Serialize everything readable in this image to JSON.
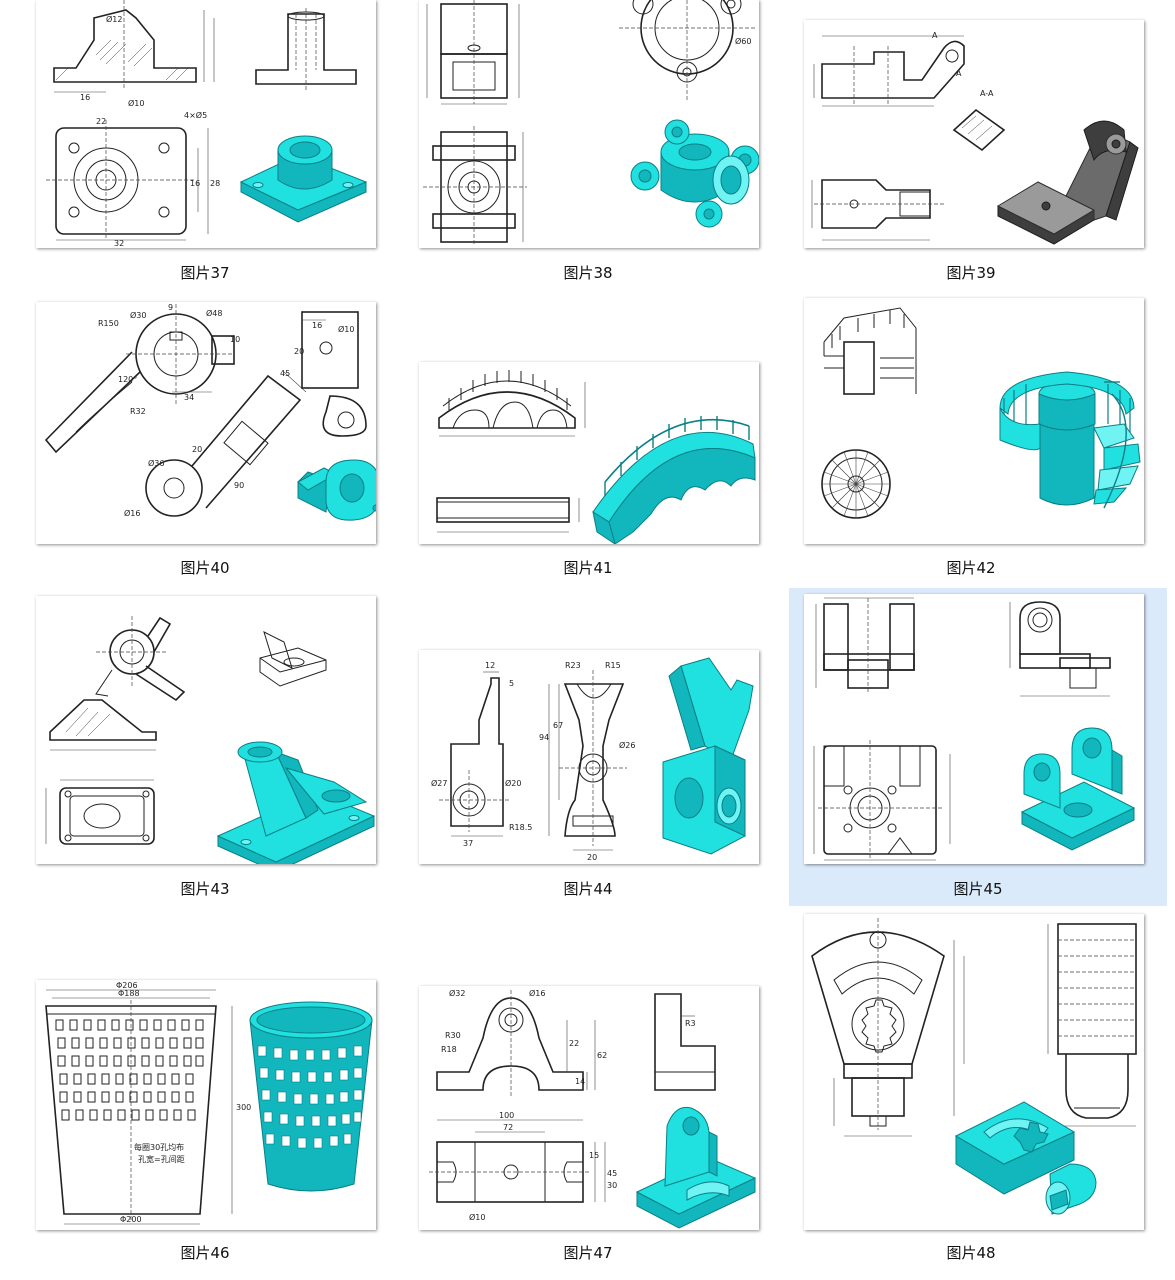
{
  "gallery": {
    "items": [
      {
        "caption": "图片37",
        "model_color": "cyan"
      },
      {
        "caption": "图片38",
        "model_color": "cyan"
      },
      {
        "caption": "图片39",
        "model_color": "gray"
      },
      {
        "caption": "图片40",
        "model_color": "cyan"
      },
      {
        "caption": "图片41",
        "model_color": "cyan"
      },
      {
        "caption": "图片42",
        "model_color": "cyan"
      },
      {
        "caption": "图片43",
        "model_color": "cyan"
      },
      {
        "caption": "图片44",
        "model_color": "cyan"
      },
      {
        "caption": "图片45",
        "model_color": "cyan",
        "selected": true
      },
      {
        "caption": "图片46",
        "model_color": "cyan"
      },
      {
        "caption": "图片47",
        "model_color": "cyan"
      },
      {
        "caption": "图片48",
        "model_color": "cyan"
      }
    ],
    "dims": {
      "p37": [
        "Ø12",
        "16",
        "Ø10",
        "32",
        "16",
        "28",
        "22",
        "4×Ø5"
      ],
      "p38": [
        "Ø60"
      ],
      "p39": [
        "A-A",
        "A",
        "A"
      ],
      "p40": [
        "R150",
        "Ø30",
        "9",
        "Ø48",
        "10",
        "16",
        "Ø10",
        "20",
        "120°",
        "R32",
        "34",
        "45",
        "Ø36",
        "90",
        "Ø16"
      ],
      "p44": [
        "12",
        "5",
        "R23",
        "R15",
        "Ø27",
        "Ø20",
        "37",
        "R18.5",
        "67",
        "Ø26",
        "94",
        "20"
      ],
      "p46": [
        "Φ206",
        "Φ188",
        "300",
        "Φ200",
        "每圈30孔均布",
        "孔宽=孔间距"
      ],
      "p47": [
        "Ø32",
        "Ø16",
        "R30",
        "R18",
        "22",
        "62",
        "14",
        "R3",
        "100",
        "72",
        "15",
        "45",
        "30",
        "Ø10"
      ]
    }
  }
}
